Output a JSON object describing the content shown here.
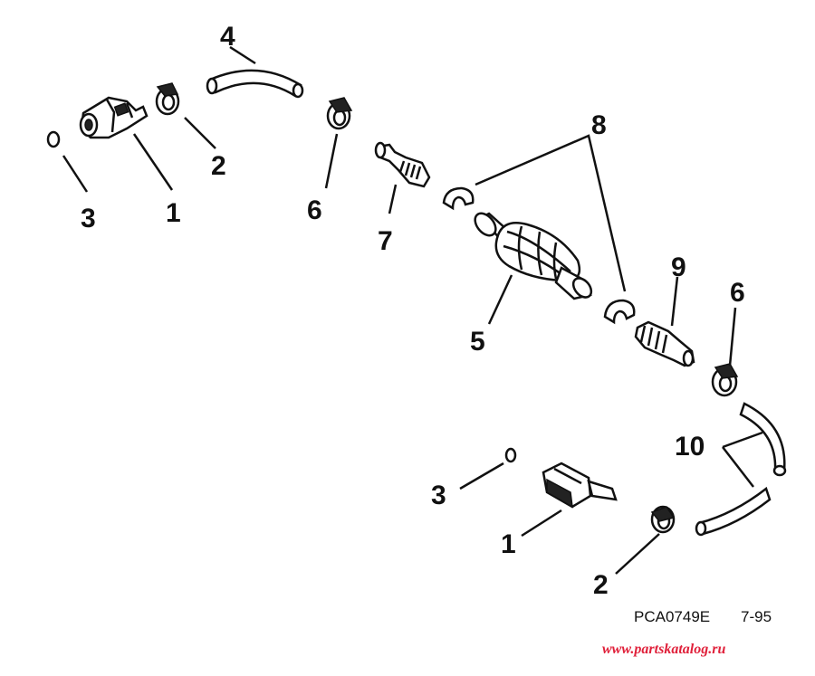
{
  "callouts": {
    "c1_top": "1",
    "c2_top": "2",
    "c3_top": "3",
    "c4": "4",
    "c5": "5",
    "c6_top": "6",
    "c7": "7",
    "c8": "8",
    "c9": "9",
    "c6_right": "6",
    "c10": "10",
    "c3_bottom": "3",
    "c1_bottom": "1",
    "c2_bottom": "2"
  },
  "caption": {
    "code": "PCA0749E",
    "date": "7-95"
  },
  "watermark": "www.partskatalog.ru"
}
